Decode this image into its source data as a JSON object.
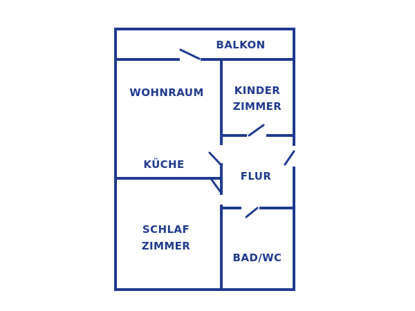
{
  "colors": {
    "line": "#1f3a8f",
    "label": "#1f3a8f",
    "background": "#ffffff"
  },
  "rooms": {
    "balkon": "BALKON",
    "wohnraum": "WOHNRAUM",
    "kinder_line1": "KINDER",
    "kinder_line2": "ZIMMER",
    "kueche": "KÜCHE",
    "flur": "FLUR",
    "schlaf_line1": "SCHLAF",
    "schlaf_line2": "ZIMMER",
    "bad_wc": "BAD/WC"
  }
}
